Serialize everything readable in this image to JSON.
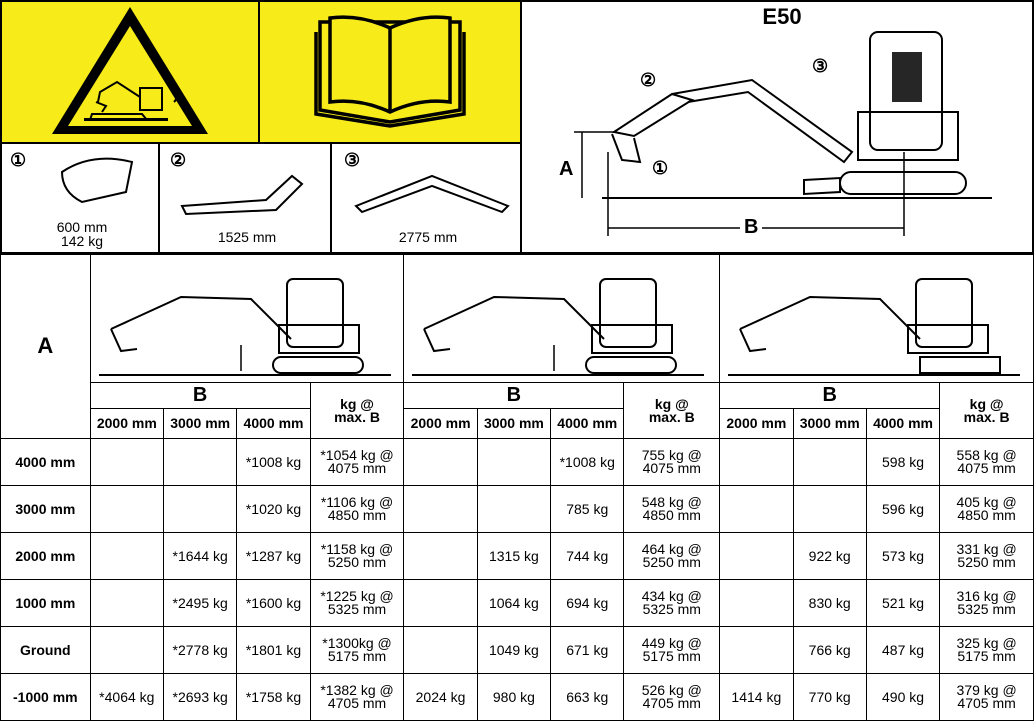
{
  "model": "E50",
  "attachments": [
    {
      "num": "①",
      "line1": "600 mm",
      "line2": "142 kg"
    },
    {
      "num": "②",
      "dim": "1525 mm"
    },
    {
      "num": "③",
      "dim": "2775 mm"
    }
  ],
  "diagram_labels": {
    "a": "A",
    "b": "B",
    "c1": "①",
    "c2": "②",
    "c3": "③"
  },
  "table": {
    "a_header": "A",
    "b_header": "B",
    "kg_header": "kg @",
    "kg_header2": "max. B",
    "cols": [
      "2000 mm",
      "3000 mm",
      "4000 mm"
    ],
    "rows": [
      {
        "a": "4000 mm",
        "s1": [
          "",
          "",
          "*1008 kg",
          "*1054 kg @",
          "4075 mm"
        ],
        "s2": [
          "",
          "",
          "*1008 kg",
          "755 kg @",
          "4075 mm"
        ],
        "s3": [
          "",
          "",
          "598 kg",
          "558 kg @",
          "4075 mm"
        ]
      },
      {
        "a": "3000 mm",
        "s1": [
          "",
          "",
          "*1020 kg",
          "*1106 kg @",
          "4850 mm"
        ],
        "s2": [
          "",
          "",
          "785 kg",
          "548 kg @",
          "4850 mm"
        ],
        "s3": [
          "",
          "",
          "596 kg",
          "405 kg @",
          "4850 mm"
        ]
      },
      {
        "a": "2000 mm",
        "s1": [
          "",
          "*1644 kg",
          "*1287 kg",
          "*1158 kg @",
          "5250 mm"
        ],
        "s2": [
          "",
          "1315 kg",
          "744 kg",
          "464 kg @",
          "5250 mm"
        ],
        "s3": [
          "",
          "922 kg",
          "573 kg",
          "331 kg @",
          "5250 mm"
        ]
      },
      {
        "a": "1000 mm",
        "s1": [
          "",
          "*2495 kg",
          "*1600 kg",
          "*1225 kg @",
          "5325 mm"
        ],
        "s2": [
          "",
          "1064 kg",
          "694 kg",
          "434 kg @",
          "5325 mm"
        ],
        "s3": [
          "",
          "830 kg",
          "521 kg",
          "316 kg @",
          "5325 mm"
        ]
      },
      {
        "a": "Ground",
        "s1": [
          "",
          "*2778 kg",
          "*1801 kg",
          "*1300kg @",
          "5175 mm"
        ],
        "s2": [
          "",
          "1049 kg",
          "671 kg",
          "449 kg @",
          "5175 mm"
        ],
        "s3": [
          "",
          "766 kg",
          "487 kg",
          "325 kg @",
          "5175 mm"
        ]
      },
      {
        "a": "-1000 mm",
        "s1": [
          "*4064 kg",
          "*2693 kg",
          "*1758 kg",
          "*1382 kg @",
          "4705 mm"
        ],
        "s2": [
          "2024 kg",
          "980 kg",
          "663 kg",
          "526 kg @",
          "4705 mm"
        ],
        "s3": [
          "1414 kg",
          "770 kg",
          "490 kg",
          "379 kg @",
          "4705 mm"
        ]
      }
    ]
  },
  "icons": [
    "warning-triangle-icon",
    "manual-book-icon"
  ],
  "colors": {
    "warning_yellow": "#f7ec1a"
  }
}
